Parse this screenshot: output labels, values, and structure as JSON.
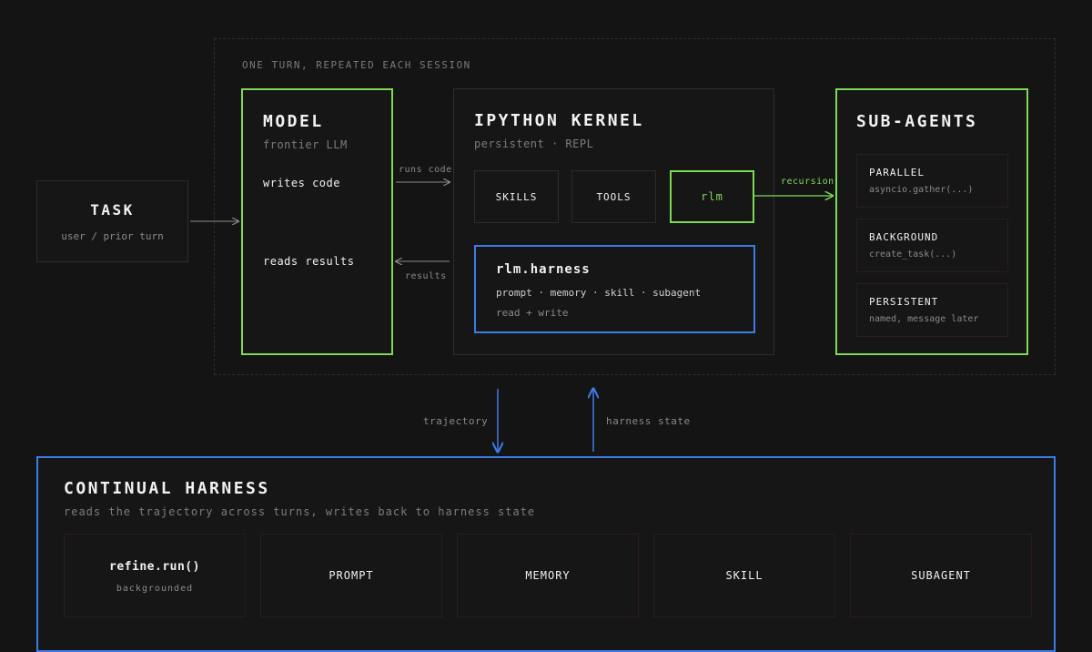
{
  "session_frame": {
    "caption": "ONE TURN, REPEATED EACH SESSION"
  },
  "task": {
    "title": "TASK",
    "subtitle": "user / prior turn"
  },
  "model": {
    "title": "MODEL",
    "subtitle": "frontier LLM",
    "writes": "writes code",
    "reads": "reads results"
  },
  "arrows": {
    "runs_code": "runs code",
    "results": "results",
    "recursion": "recursion",
    "trajectory": "trajectory",
    "harness_state": "harness state"
  },
  "kernel": {
    "title": "IPYTHON KERNEL",
    "subtitle": "persistent · REPL",
    "chips": [
      "SKILLS",
      "TOOLS",
      "rlm"
    ],
    "harness": {
      "title": "rlm.harness",
      "items": "prompt · memory · skill · subagent",
      "mode": "read + write"
    }
  },
  "subagents": {
    "title": "SUB-AGENTS",
    "items": [
      {
        "name": "PARALLEL",
        "detail": "asyncio.gather(...)"
      },
      {
        "name": "BACKGROUND",
        "detail": "create_task(...)"
      },
      {
        "name": "PERSISTENT",
        "detail": "named, message later"
      }
    ]
  },
  "continual": {
    "title": "CONTINUAL HARNESS",
    "subtitle": "reads the trajectory across turns, writes back to harness state",
    "refine": {
      "title": "refine.run()",
      "detail": "backgrounded"
    },
    "cards": [
      "PROMPT",
      "MEMORY",
      "SKILL",
      "SUBAGENT"
    ]
  },
  "colors": {
    "accent_green": "#7ed957",
    "accent_blue": "#3e7be6",
    "background": "#141414"
  }
}
